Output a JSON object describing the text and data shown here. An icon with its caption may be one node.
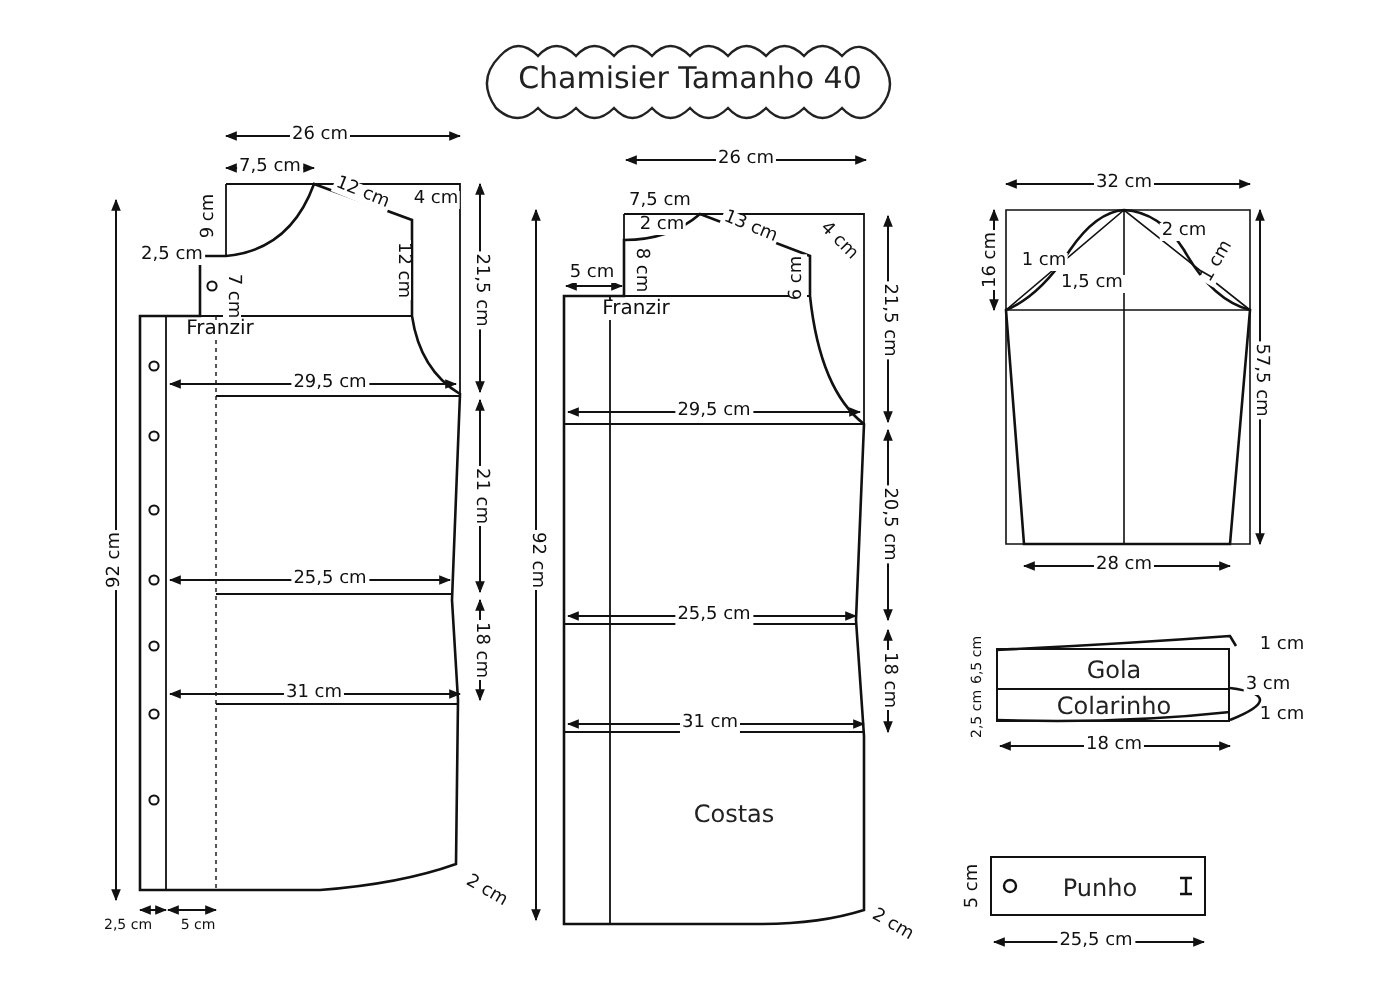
{
  "diagram": {
    "title": "Chamisier Tamanho 40",
    "nodes": [
      {
        "text": [
          "Costas"
        ]
      },
      {
        "text": [
          "Gola"
        ]
      },
      {
        "text": [
          "Colarinho"
        ]
      },
      {
        "text": [
          "Punho"
        ]
      }
    ],
    "labels": [
      "26 cm",
      "7,5 cm",
      "12 cm",
      "4 cm",
      "9 cm",
      "2,5 cm",
      "12 cm",
      "7 cm",
      "21,5 cm",
      "Franzir",
      "29,5 cm",
      "21 cm",
      "25,5 cm",
      "18 cm",
      "31 cm",
      "2 cm",
      "2,5 cm",
      "5 cm",
      "92 cm",
      "26 cm",
      "7,5 cm",
      "13 cm",
      "2 cm",
      "4 cm",
      "5 cm",
      "8 cm",
      "6 cm",
      "21,5 cm",
      "Franzir",
      "29,5 cm",
      "20,5 cm",
      "25,5 cm",
      "18 cm",
      "31 cm",
      "2 cm",
      "92 cm",
      "32 cm",
      "16 cm",
      "1 cm",
      "1,5 cm",
      "2 cm",
      "1 cm",
      "57,5 cm",
      "28 cm",
      "1 cm",
      "6,5 cm",
      "3 cm",
      "2,5 cm",
      "1 cm",
      "18 cm",
      "5 cm",
      "25,5 cm"
    ]
  }
}
